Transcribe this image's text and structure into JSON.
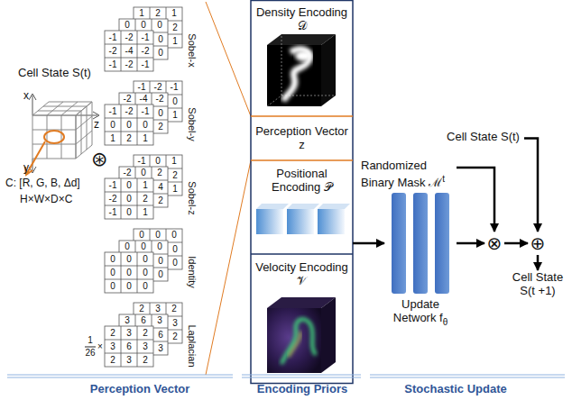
{
  "diagram": {
    "nodes": [
      {
        "text": [
          "Density Encoding 𝒟"
        ]
      },
      {
        "text": [
          "Perception Vector z"
        ]
      },
      {
        "text": [
          "Positional Encoding 𝒫"
        ]
      },
      {
        "text": [
          "Velocity Encoding 𝒱"
        ]
      },
      {
        "text": [
          "Update Network fθ"
        ]
      },
      {
        "text": [
          "Cell State S(t)"
        ]
      },
      {
        "text": [
          "Randomized Binary Mask ℳt"
        ]
      },
      {
        "text": [
          "⊗"
        ]
      },
      {
        "text": [
          "⊕"
        ]
      },
      {
        "text": [
          "Cell State S(t +1)"
        ]
      }
    ],
    "edges": [
      {
        "from": 2,
        "to": 4,
        "arrow": "to"
      },
      {
        "from": 4,
        "to": 7,
        "arrow": "to"
      },
      {
        "from": 6,
        "to": 7,
        "arrow": "to"
      },
      {
        "from": 5,
        "to": 8,
        "arrow": "to"
      },
      {
        "from": 7,
        "to": 8,
        "arrow": "to"
      },
      {
        "from": 8,
        "to": 9,
        "arrow": "to"
      }
    ],
    "labels": [
      "Cell State S(t)",
      "x",
      "z",
      "y",
      "C: [R, G, B, Δd]",
      "H×W×D×C",
      "⊛",
      "Sobel-x",
      "1",
      "2",
      "1",
      "2",
      "1",
      "0",
      "0",
      "0",
      "0",
      "0",
      "-1",
      "-2",
      "-1",
      "-2",
      "-4",
      "-2",
      "-1",
      "-2",
      "-1",
      "Sobel-y",
      "-1",
      "-2",
      "-1",
      "0",
      "1",
      "-2",
      "-4",
      "-2",
      "0",
      "2",
      "-1",
      "-2",
      "-1",
      "0",
      "0",
      "0",
      "1",
      "2",
      "1",
      "Sobel-z",
      "-1",
      "0",
      "1",
      "2",
      "1",
      "-2",
      "0",
      "2",
      "4",
      "2",
      "-1",
      "0",
      "1",
      "-2",
      "0",
      "2",
      "-1",
      "0",
      "1",
      "Identity",
      "0",
      "0",
      "0",
      "0",
      "0",
      "0",
      "0",
      "0",
      "0",
      "0",
      "0",
      "0",
      "0",
      "0",
      "0",
      "0",
      "0",
      "0",
      "0",
      "Laplacian",
      "2",
      "3",
      "2",
      "3",
      "2",
      "3",
      "6",
      "3",
      "6",
      "3",
      "2",
      "3",
      "2",
      "3",
      "6",
      "3",
      "2",
      "3",
      "2",
      "1",
      "26",
      "×",
      "Perception Vector",
      "Encoding Priors",
      "Stochastic Update"
    ]
  }
}
